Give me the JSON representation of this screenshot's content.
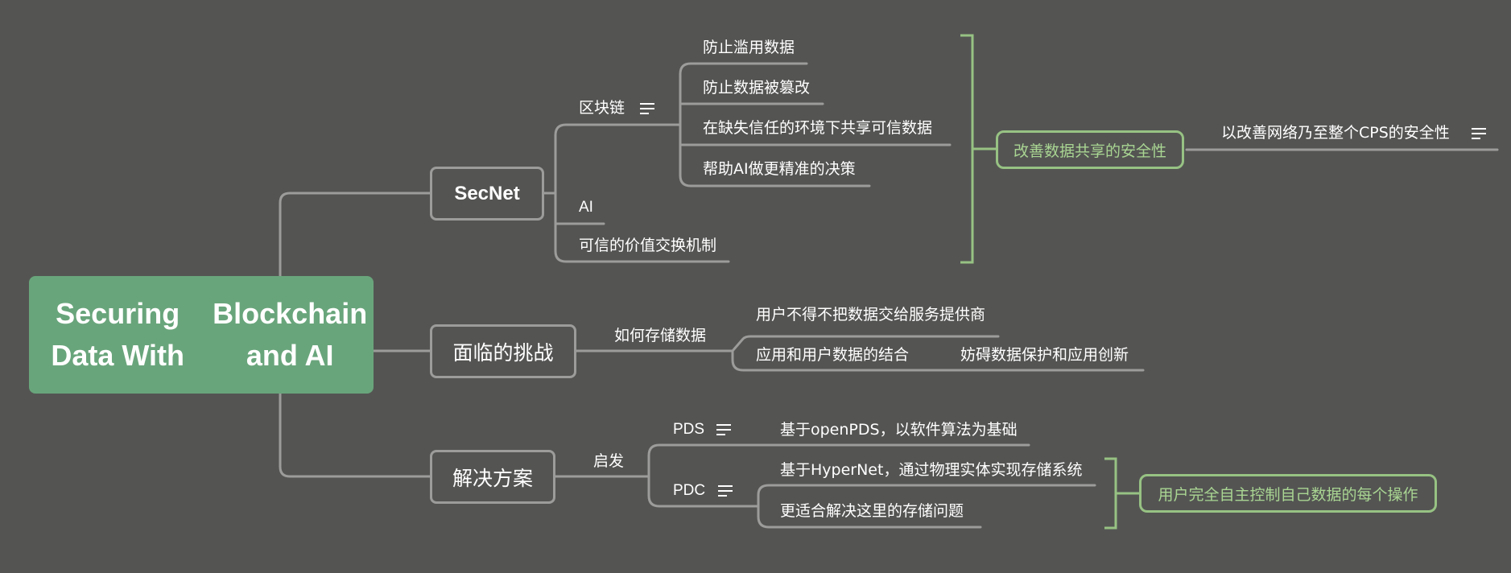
{
  "root": {
    "line1": "Securing Data With",
    "line2": "Blockchain and AI"
  },
  "secnet": {
    "title": "SecNet",
    "blockchain": {
      "label": "区块链",
      "items": [
        "防止滥用数据",
        "防止数据被篡改",
        "在缺失信任的环境下共享可信数据",
        "帮助AI做更精准的决策"
      ]
    },
    "ai": "AI",
    "exchange": "可信的价值交换机制",
    "summary": "改善数据共享的安全性",
    "summary_child": "以改善网络乃至整个CPS的安全性"
  },
  "challenge": {
    "title": "面临的挑战",
    "storage": "如何存储数据",
    "items": [
      "用户不得不把数据交给服务提供商",
      "应用和用户数据的结合"
    ],
    "sub": "妨碍数据保护和应用创新"
  },
  "solution": {
    "title": "解决方案",
    "inspire": "启发",
    "pds": {
      "label": "PDS",
      "item": "基于openPDS，以软件算法为基础"
    },
    "pdc": {
      "label": "PDC",
      "items": [
        "基于HyperNet，通过物理实体实现存储系统",
        "更适合解决这里的存储问题"
      ]
    },
    "summary": "用户完全自主控制自己数据的每个操作"
  },
  "colors": {
    "background": "#545553",
    "root": "#69a57b",
    "connector": "#9c9c9a",
    "summary": "#97c283",
    "summary_text": "#a9d592"
  },
  "icons": [
    "notes-icon"
  ]
}
